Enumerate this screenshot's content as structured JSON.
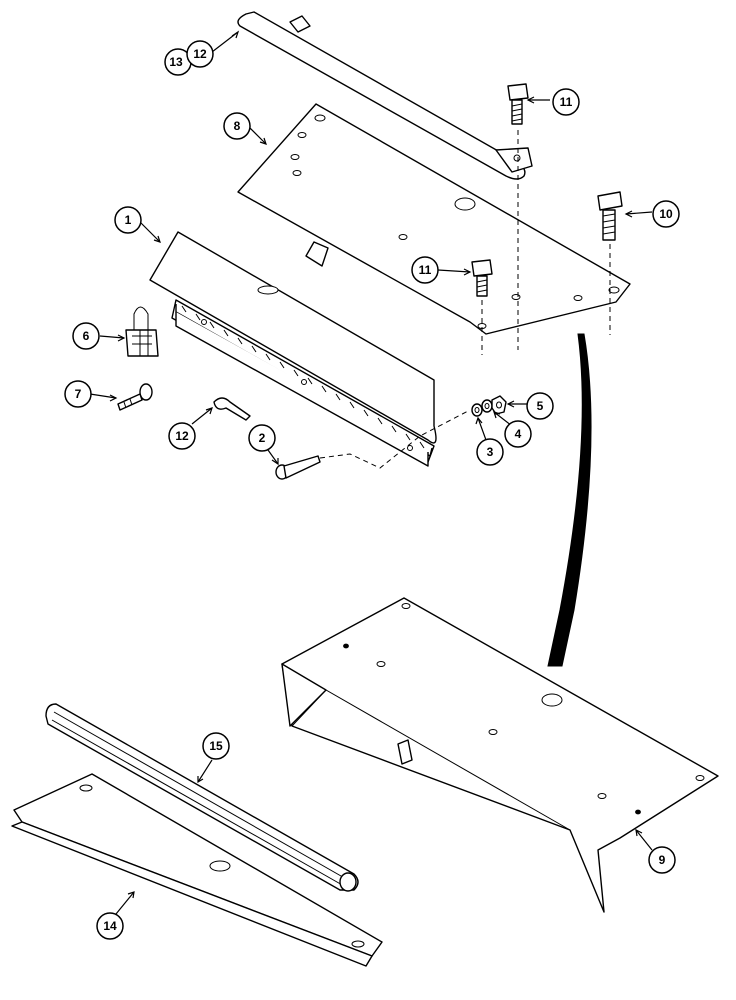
{
  "callouts": [
    {
      "id": "c13",
      "label": "13"
    },
    {
      "id": "c12a",
      "label": "12"
    },
    {
      "id": "c11a",
      "label": "11"
    },
    {
      "id": "c8",
      "label": "8"
    },
    {
      "id": "c10",
      "label": "10"
    },
    {
      "id": "c1",
      "label": "1"
    },
    {
      "id": "c11b",
      "label": "11"
    },
    {
      "id": "c6",
      "label": "6"
    },
    {
      "id": "c7",
      "label": "7"
    },
    {
      "id": "c12b",
      "label": "12"
    },
    {
      "id": "c2",
      "label": "2"
    },
    {
      "id": "c5",
      "label": "5"
    },
    {
      "id": "c4",
      "label": "4"
    },
    {
      "id": "c3",
      "label": "3"
    },
    {
      "id": "c15",
      "label": "15"
    },
    {
      "id": "c9",
      "label": "9"
    },
    {
      "id": "c14",
      "label": "14"
    }
  ]
}
